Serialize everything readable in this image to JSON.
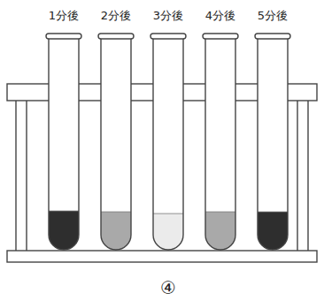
{
  "diagram": {
    "labels": [
      "1分後",
      "2分後",
      "3分後",
      "4分後",
      "5分後",
      "④"
    ]
  }
}
